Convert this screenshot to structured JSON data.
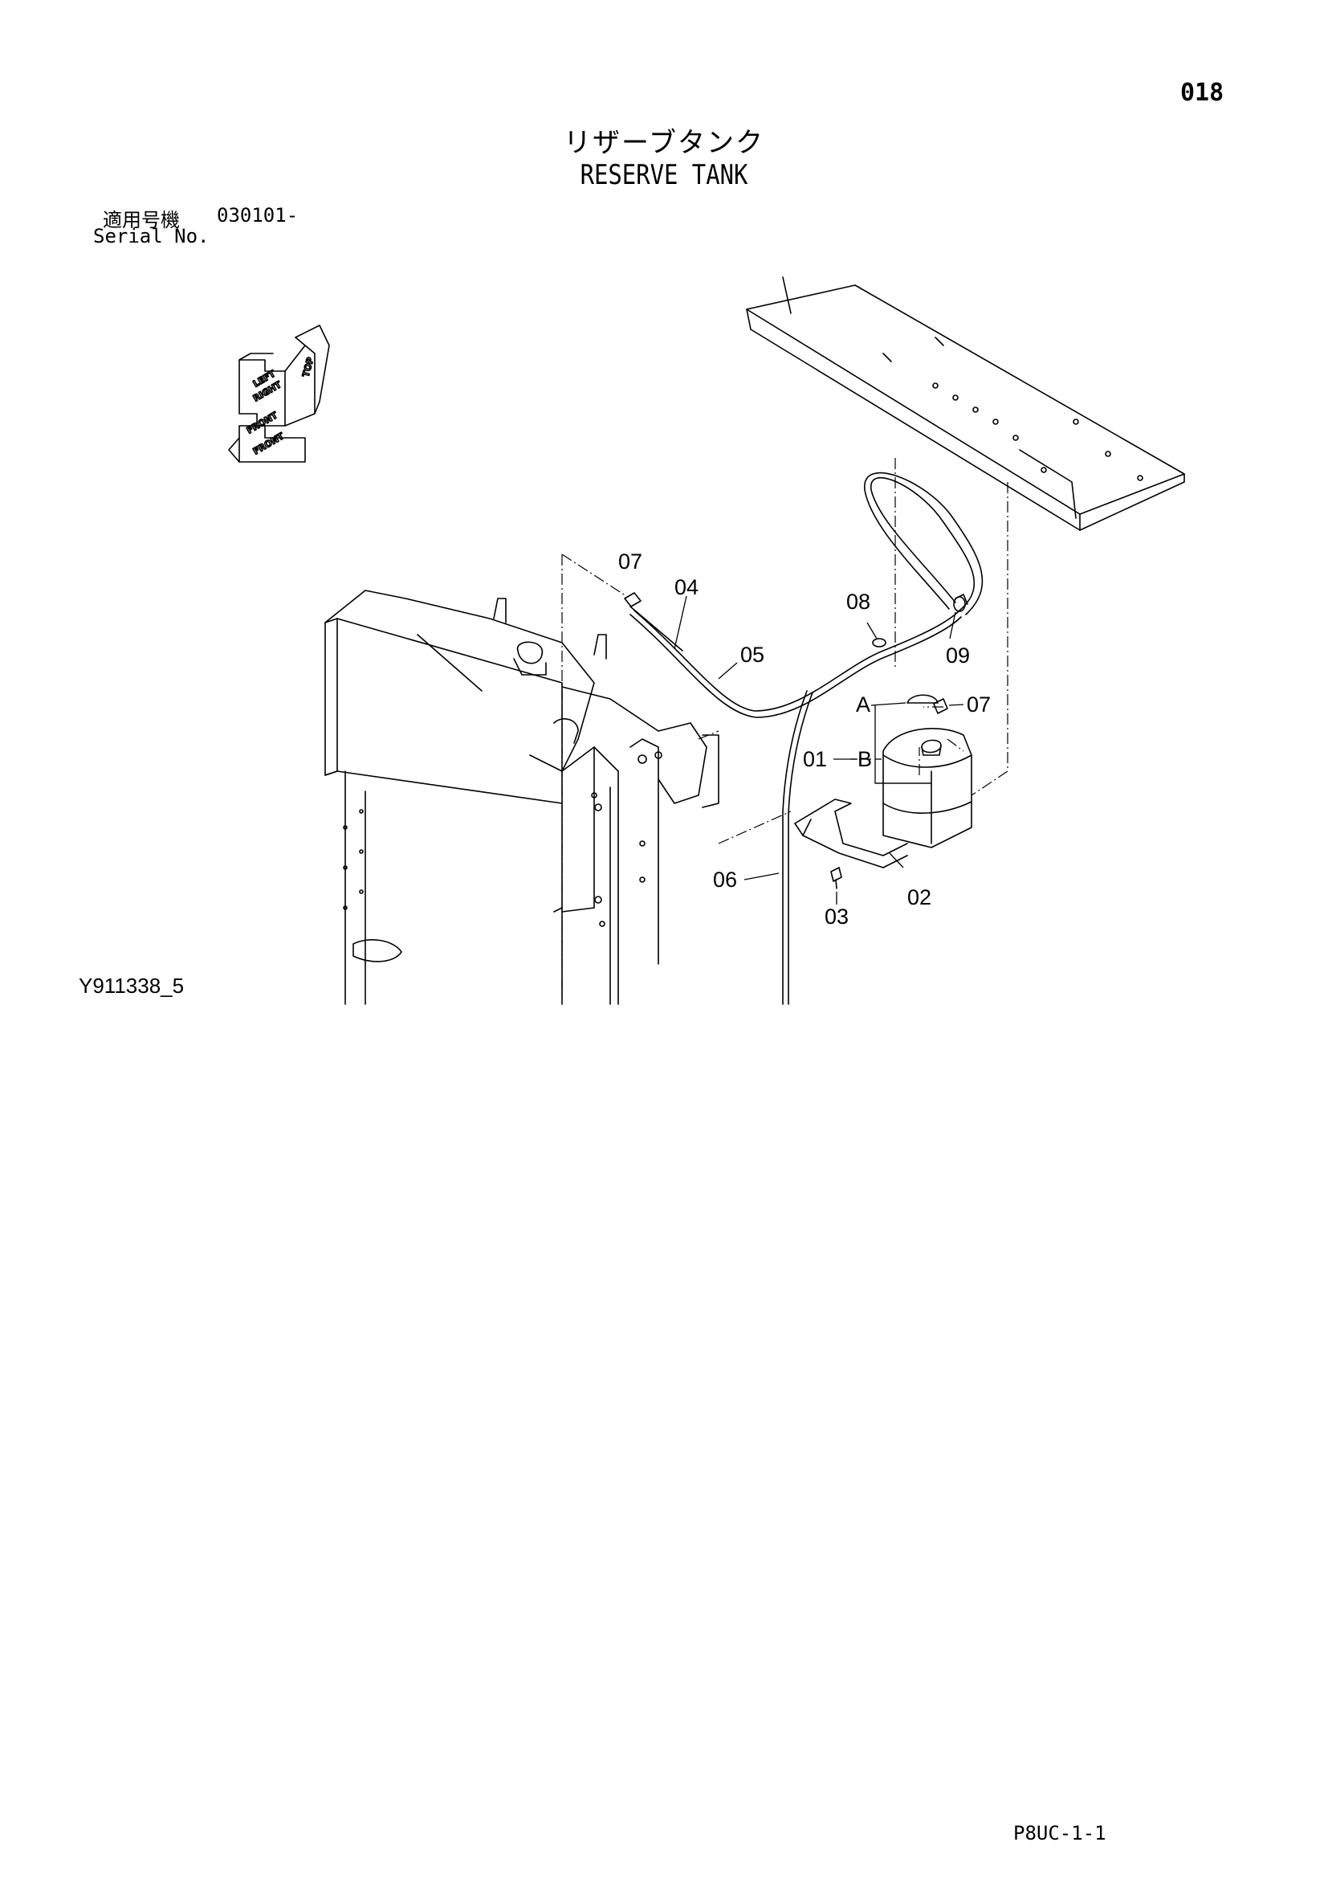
{
  "page_number": "018",
  "title": {
    "japanese": "リザーブタンク",
    "english": "RESERVE TANK"
  },
  "serial": {
    "label_japanese": "適用号機",
    "value": "030101-",
    "label_english": "Serial No."
  },
  "orientation": {
    "top": "TOP",
    "left": "LEFT",
    "right": "RIGHT",
    "front": "FRONT"
  },
  "callouts": {
    "c07a": "07",
    "c04": "04",
    "c05": "05",
    "c08": "08",
    "c09": "09",
    "cA": "A",
    "c07b": "07",
    "c01": "01",
    "cB": "B",
    "c06": "06",
    "c03": "03",
    "c02": "02"
  },
  "drawing_id": "Y911338_5",
  "sheet_code": "P8UC-1-1"
}
